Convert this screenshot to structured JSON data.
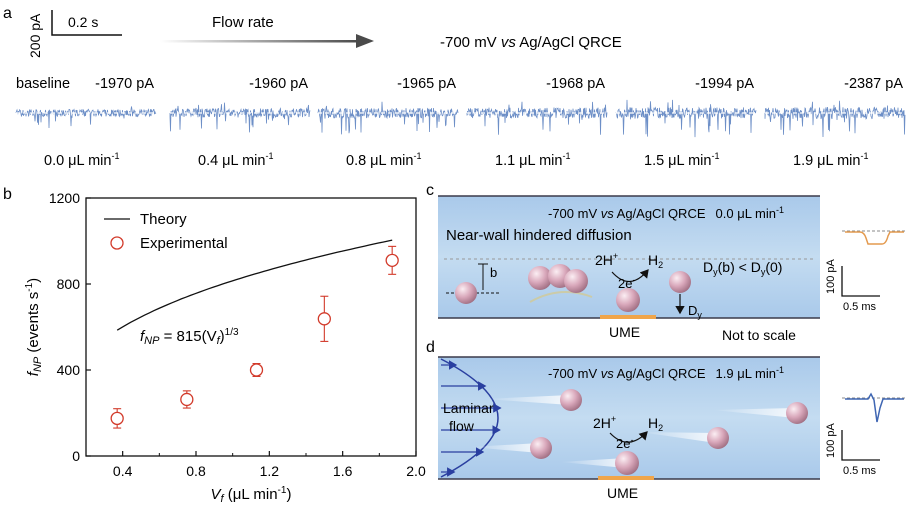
{
  "panel_a": {
    "letter": "a",
    "scale_y": "200 pA",
    "scale_x": "0.2 s",
    "arrow_label": "Flow rate",
    "condition_prefix": "-700 mV ",
    "condition_vs": "vs",
    "condition_suffix": " Ag/AgCl QRCE",
    "baseline_label": "baseline",
    "segments": [
      {
        "current": "-1970 pA",
        "flow_value": "0.0",
        "flow_unit": " μL min",
        "flow_exp": "-1",
        "amplitude": 0.6
      },
      {
        "current": "-1960 pA",
        "flow_value": "0.4",
        "flow_unit": " μL min",
        "flow_exp": "-1",
        "amplitude": 0.75
      },
      {
        "current": "-1965 pA",
        "flow_value": "0.8",
        "flow_unit": " μL min",
        "flow_exp": "-1",
        "amplitude": 0.85
      },
      {
        "current": "-1968 pA",
        "flow_value": "1.1",
        "flow_unit": " μL min",
        "flow_exp": "-1",
        "amplitude": 0.9
      },
      {
        "current": "-1994 pA",
        "flow_value": "1.5",
        "flow_unit": " μL min",
        "flow_exp": "-1",
        "amplitude": 0.95
      },
      {
        "current": "-2387 pA",
        "flow_value": "1.9",
        "flow_unit": " μL min",
        "flow_exp": "-1",
        "amplitude": 1.0
      }
    ],
    "trace_color": "#6d8fc7"
  },
  "panel_b": {
    "letter": "b",
    "legend_theory": "Theory",
    "legend_exp": "Experimental",
    "eq_f": "f",
    "eq_sub": "NP",
    "eq_mid": " = 815(V",
    "eq_vsub": "f",
    "eq_close": ")",
    "eq_exp": "1/3",
    "theory_color": "#111111",
    "exp_color": "#d23a2a"
  },
  "chart_data": {
    "type": "scatter",
    "xlabel_main": "V",
    "xlabel_sub": "f",
    "xlabel_unit": " (μL min",
    "xlabel_exp": "-1",
    "xlabel_close": ")",
    "ylabel_main": "f",
    "ylabel_sub": "NP",
    "ylabel_unit": " (events s",
    "ylabel_exp": "-1",
    "ylabel_close": ")",
    "xlim": [
      0.2,
      2.0
    ],
    "ylim": [
      0,
      1200
    ],
    "xticks": [
      "0.4",
      "0.8",
      "1.2",
      "1.6",
      "2.0"
    ],
    "yticks": [
      "0",
      "400",
      "800",
      "1200"
    ],
    "series": [
      {
        "name": "Experimental",
        "x": [
          0.37,
          0.75,
          1.13,
          1.5,
          1.87
        ],
        "y": [
          175,
          263,
          400,
          638,
          910
        ],
        "err": [
          45,
          40,
          30,
          105,
          65
        ]
      },
      {
        "name": "Theory",
        "function": "815*x^(1/3)",
        "x_range": [
          0.37,
          1.87
        ]
      }
    ]
  },
  "panel_c": {
    "letter": "c",
    "cond_prefix": "-700 mV ",
    "cond_vs": "vs",
    "cond_suffix": " Ag/AgCl QRCE",
    "flow": "0.0 μL min",
    "flow_exp": "-1",
    "hindered": "Near-wall hindered diffusion",
    "b_label": "b",
    "h_plus": "2H",
    "h_plus_sup": "+",
    "h2": "H",
    "h2_sub": "2",
    "electron": "2e",
    "electron_sup": "-",
    "dy_ineq_1": "D",
    "dy_ineq_1_sub": "y",
    "dy_ineq_2": "(b) < D",
    "dy_ineq_2_sub": "y",
    "dy_ineq_3": "(0)",
    "dy_label": "D",
    "dy_label_sub": "y",
    "ume": "UME",
    "not_to_scale": "Not to scale",
    "scale_y": "100 pA",
    "scale_x": "0.5 ms",
    "inset_color": "#e39a4f"
  },
  "panel_d": {
    "letter": "d",
    "cond_prefix": "-700 mV ",
    "cond_vs": "vs",
    "cond_suffix": " Ag/AgCl QRCE",
    "flow": "1.9 μL min",
    "flow_exp": "-1",
    "laminar_1": "Laminar",
    "laminar_2": "flow",
    "h_plus": "2H",
    "h_plus_sup": "+",
    "h2": "H",
    "h2_sub": "2",
    "electron": "2e",
    "electron_sup": "-",
    "ume": "UME",
    "scale_y": "100 pA",
    "scale_x": "0.5 ms",
    "inset_color": "#3f66b3",
    "arrow_color": "#2a3fa0"
  },
  "colors": {
    "channel_fill": "#bcd6ee",
    "channel_edge": "#3a3a4a",
    "ume": "#f0a54a",
    "particle": "#cf9bb0"
  }
}
